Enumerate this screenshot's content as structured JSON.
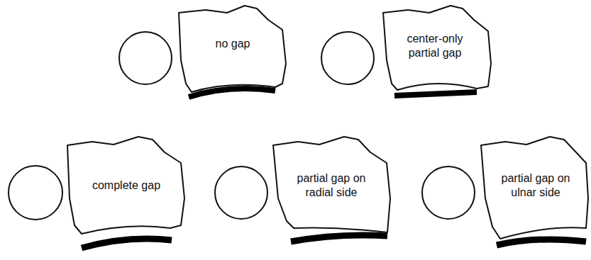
{
  "diagram": {
    "nodes": [
      {
        "text": [
          "no gap"
        ]
      },
      {
        "text": [
          "center-only partial gap"
        ]
      },
      {
        "text": [
          "complete gap"
        ]
      },
      {
        "text": [
          "partial gap on radial side"
        ]
      },
      {
        "text": [
          "partial gap on ulnar side"
        ]
      }
    ]
  }
}
